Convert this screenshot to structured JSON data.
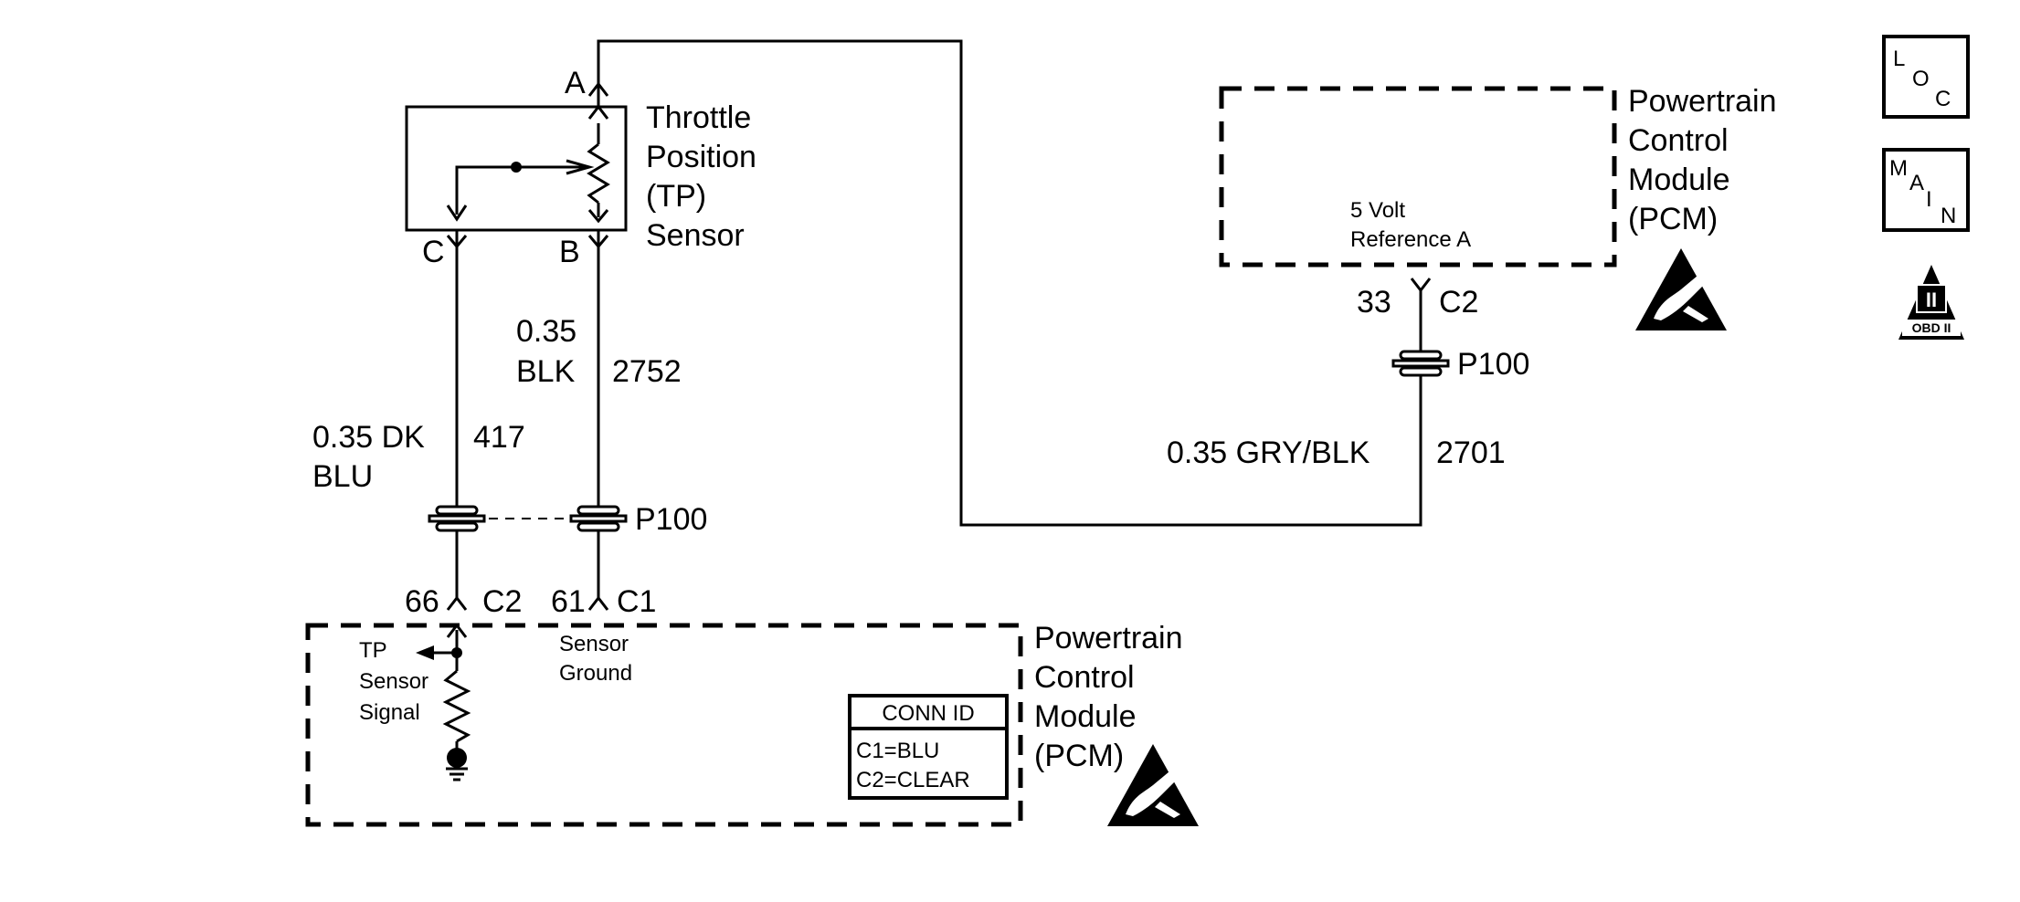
{
  "tp_sensor": {
    "title_lines": [
      "Throttle",
      "Position",
      "(TP)",
      "Sensor"
    ],
    "pin_a": "A",
    "pin_b": "B",
    "pin_c": "C"
  },
  "wire_2752": {
    "gauge": "0.35",
    "color": "BLK",
    "circuit": "2752"
  },
  "wire_417": {
    "gauge_color": "0.35 DK",
    "color2": "BLU",
    "circuit": "417"
  },
  "wire_2701": {
    "gauge_color": "0.35 GRY/BLK",
    "circuit": "2701"
  },
  "splice_lower": "P100",
  "splice_upper": "P100",
  "pcm_lower": {
    "title_lines": [
      "Powertrain",
      "Control",
      "Module",
      "(PCM)"
    ],
    "pin_66": "66",
    "conn_66": "C2",
    "pin_61": "61",
    "conn_61": "C1",
    "signal_label": [
      "TP",
      "Sensor",
      "Signal"
    ],
    "ground_label": [
      "Sensor",
      "Ground"
    ],
    "conn_id": {
      "header": "CONN ID",
      "rows": [
        "C1=BLU",
        "C2=CLEAR"
      ]
    }
  },
  "pcm_upper": {
    "title_lines": [
      "Powertrain",
      "Control",
      "Module",
      "(PCM)"
    ],
    "ref_label": [
      "5 Volt",
      "Reference A"
    ],
    "pin": "33",
    "conn": "C2"
  },
  "badges": {
    "loc": [
      "L",
      "O",
      "C"
    ],
    "main": [
      "M",
      "A",
      "I",
      "N"
    ],
    "obd": {
      "numeral": "II",
      "caption": "OBD II"
    }
  }
}
